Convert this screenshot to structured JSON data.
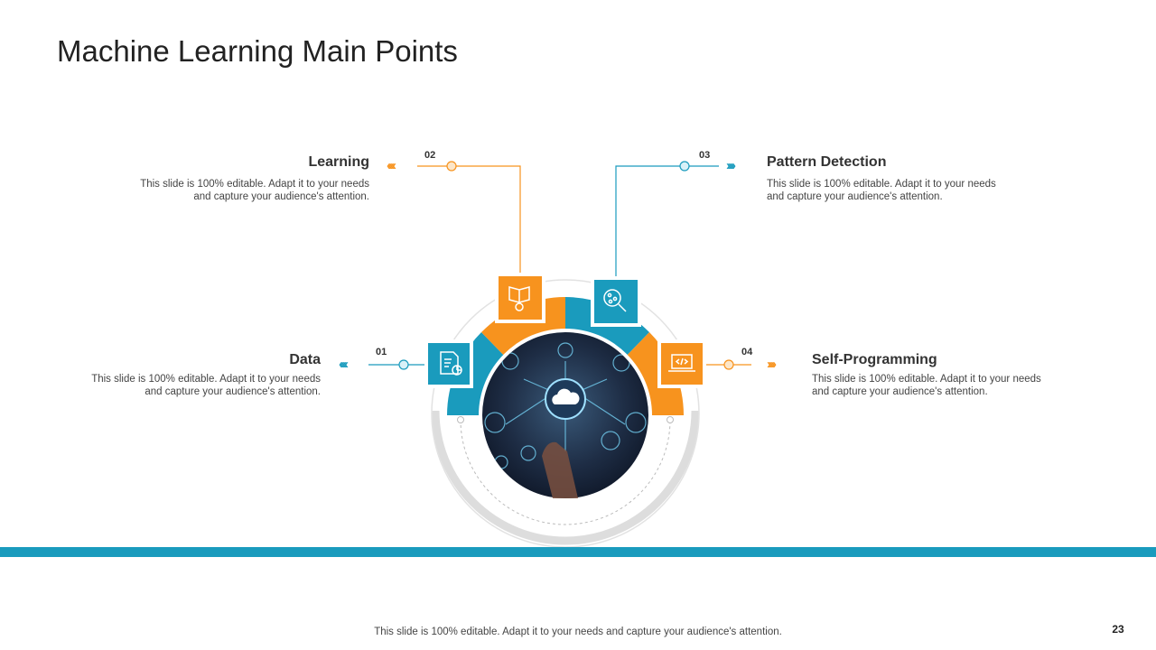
{
  "title": "Machine Learning Main Points",
  "points": [
    {
      "num": "01",
      "heading": "Data",
      "desc": "This slide is 100% editable. Adapt it to your needs and capture your audience's attention.",
      "icon": "document-chart-icon",
      "color": "#1a9bbd"
    },
    {
      "num": "02",
      "heading": "Learning",
      "desc": "This slide is 100% editable. Adapt it to your needs and capture your audience's attention.",
      "icon": "book-gear-icon",
      "color": "#f7931e"
    },
    {
      "num": "03",
      "heading": "Pattern Detection",
      "desc": "This slide is 100% editable. Adapt it to your needs and capture your audience's attention.",
      "icon": "magnifier-network-icon",
      "color": "#1a9bbd"
    },
    {
      "num": "04",
      "heading": "Self-Programming",
      "desc": "This slide is 100% editable. Adapt it to your needs and capture your audience's attention.",
      "icon": "laptop-code-icon",
      "color": "#f7931e"
    }
  ],
  "center_image": "hand-touching-cloud-network-photo",
  "chevrons_left": "‹‹‹‹",
  "chevrons_right": "››››",
  "footer": "This slide is 100% editable. Adapt it to your needs and capture your audience's attention.",
  "page_number": "23",
  "colors": {
    "blue": "#1a9bbd",
    "orange": "#f7931e"
  }
}
